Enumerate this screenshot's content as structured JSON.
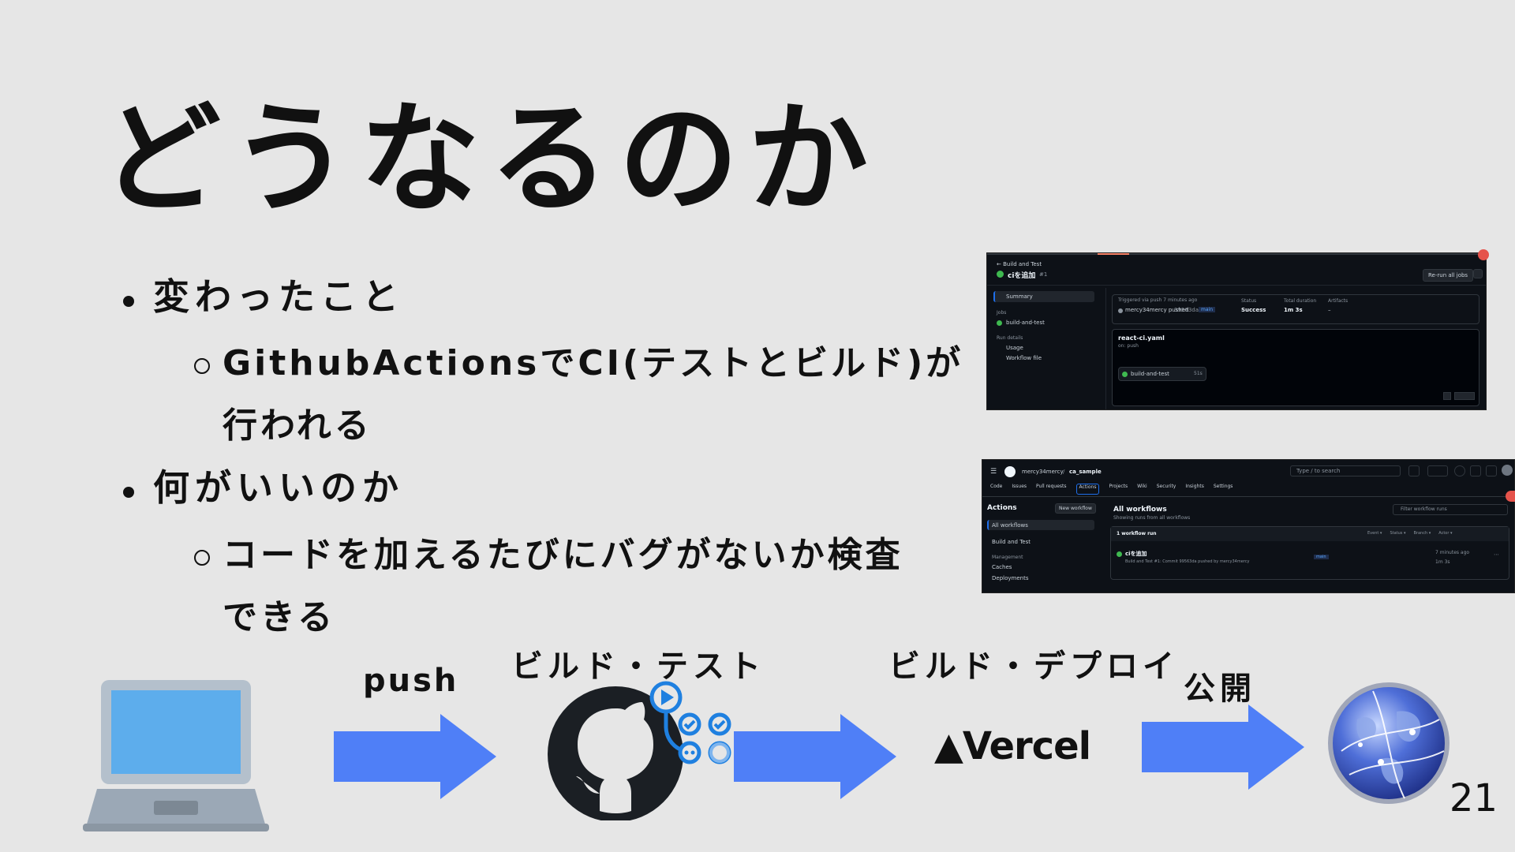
{
  "slide": {
    "title": "どうなるのか",
    "page_number": "21"
  },
  "bullets": [
    {
      "text": "変わったこと",
      "sub": [
        "GithubActionsでCI(テストとビルド)が",
        "行われる"
      ]
    },
    {
      "text": "何がいいのか",
      "sub": [
        "コードを加えるたびにバグがないか検査",
        "できる"
      ]
    }
  ],
  "flow": {
    "push_label": "push",
    "build_test_label": "ビルド・テスト",
    "build_deploy_label": "ビルド・デプロイ",
    "publish_label": "公開",
    "vercel_label": "▲Vercel",
    "arrow_color": "#4f7ff7"
  },
  "screenshot_run": {
    "back_link": "← Build and Test",
    "run_title": "ciを追加",
    "run_number": "#1",
    "rerun_button": "Re-run all jobs",
    "nav_summary": "Summary",
    "jobs_heading": "Jobs",
    "job_name": "build-and-test",
    "run_details_heading": "Run details",
    "usage": "Usage",
    "workflow_file": "Workflow file",
    "triggered": "Triggered via push 7 minutes ago",
    "pushed_by": "mercy34mercy pushed",
    "commit": "99563da",
    "branch": "main",
    "status_label": "Status",
    "status_value": "Success",
    "duration_label": "Total duration",
    "duration_value": "1m 3s",
    "artifacts_label": "Artifacts",
    "artifacts_value": "–",
    "workflow_file_name": "react-ci.yaml",
    "on_push": "on: push",
    "job_chip": "build-and-test",
    "job_time": "51s"
  },
  "screenshot_actions": {
    "repo_owner": "mercy34mercy",
    "repo_name": "ca_sample",
    "search_placeholder": "Type / to search",
    "tabs": [
      "Code",
      "Issues",
      "Pull requests",
      "Actions",
      "Projects",
      "Wiki",
      "Security",
      "Insights",
      "Settings"
    ],
    "actions_heading": "Actions",
    "new_workflow": "New workflow",
    "all_workflows": "All workflows",
    "build_and_test": "Build and Test",
    "management": "Management",
    "caches": "Caches",
    "deployments": "Deployments",
    "main_title": "All workflows",
    "main_sub": "Showing runs from all workflows",
    "filter_placeholder": "Filter workflow runs",
    "runs_count": "1 workflow run",
    "filters": [
      "Event ▾",
      "Status ▾",
      "Branch ▾",
      "Actor ▾"
    ],
    "run_title": "ciを追加",
    "run_desc": "Build and Test #1: Commit 99563da pushed by mercy34mercy",
    "run_branch": "main",
    "run_time": "7 minutes ago",
    "run_duration": "1m 3s"
  }
}
